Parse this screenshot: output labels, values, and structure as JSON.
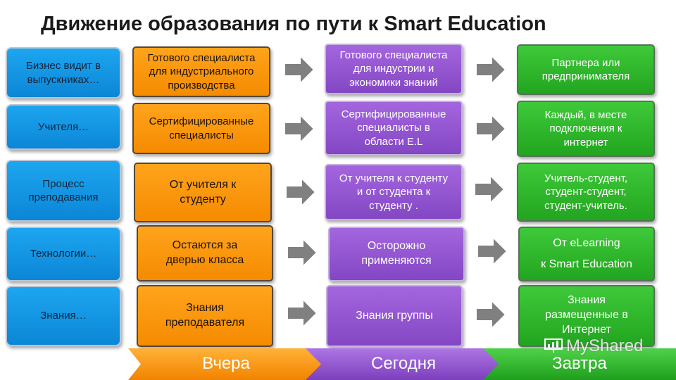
{
  "title": "Движение образования по пути к Smart Education",
  "rows": [
    {
      "label": [
        "Бизнес видит в",
        "выпускниках…"
      ],
      "yesterday": [
        "Готового специалиста",
        "для индустриального",
        "производства"
      ],
      "today": [
        "Готового специалиста",
        "для индустрии и",
        "экономики знаний"
      ],
      "tomorrow": [
        "Партнера или",
        "предпринимателя"
      ]
    },
    {
      "label": [
        "Учителя…"
      ],
      "yesterday": [
        "Сертифицированные",
        "специалисты"
      ],
      "today": [
        "Сертифицированные",
        "специалисты в",
        "области E.L"
      ],
      "tomorrow": [
        "Каждый, в месте",
        "подключения к",
        "интернет"
      ]
    },
    {
      "label": [
        "Процесс",
        "преподавания"
      ],
      "yesterday": [
        "От учителя  к",
        "студенту"
      ],
      "today": [
        "От учителя к студенту",
        "и от студента к",
        "студенту ."
      ],
      "tomorrow": [
        "Учитель-студент,",
        "студент-студент,",
        "студент-учитель."
      ]
    },
    {
      "label": [
        "Технологии…"
      ],
      "yesterday": [
        "Остаются за",
        "дверью класса"
      ],
      "today": [
        "Осторожно",
        "применяются"
      ],
      "tomorrow": [
        "От  eLearning",
        "к Smart Education"
      ]
    },
    {
      "label": [
        "Знания…"
      ],
      "yesterday": [
        "Знания",
        "преподавателя"
      ],
      "today": [
        "Знания группы"
      ],
      "tomorrow": [
        "Знания",
        "размещенные в",
        "Интернет"
      ]
    }
  ],
  "timeline": {
    "yesterday": "Вчера",
    "today": "Сегодня",
    "tomorrow": "Завтра"
  },
  "watermark": "MyShared",
  "colors": {
    "label_box": "#1499e4",
    "yesterday_box": "#f8920a",
    "today_box": "#9456d0",
    "tomorrow_box": "#2db42a",
    "arrow": "#808080"
  }
}
